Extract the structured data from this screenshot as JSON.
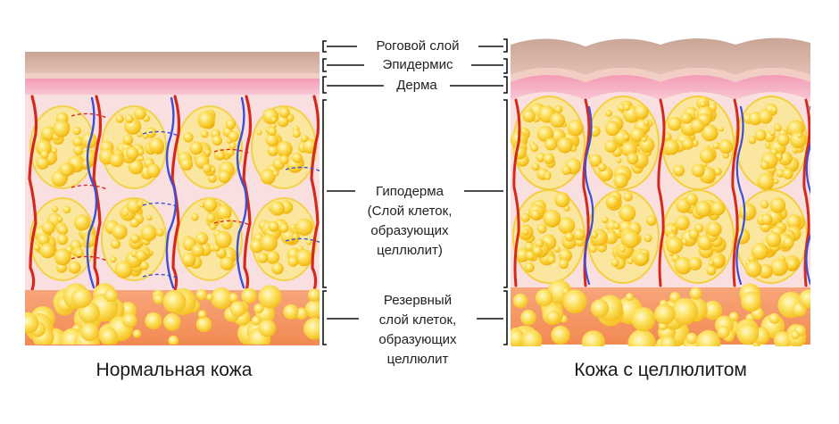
{
  "labels": {
    "stratum_corneum": "Роговой слой",
    "epidermis": "Эпидермис",
    "dermis": "Дерма",
    "hypodermis": "Гиподерма\n(Слой клеток,\nобразующих\nцеллюлит)",
    "reserve": "Резервный\nслой клеток,\nобразующих\nцеллюлит"
  },
  "captions": {
    "normal": "Нормальная кожа",
    "cellulite": "Кожа с целлюлитом"
  },
  "colors": {
    "horny_layer": "#d8b3a6",
    "epidermis": "#efc9c4",
    "dermis": "#f7b9c9",
    "hypodermis_bg": "#f9dede",
    "reserve_bg": "#f6895a",
    "fat": "#f7c520",
    "fat_highlight": "#fff6b0",
    "artery": "#d42a1e",
    "vein": "#3b4fd8"
  }
}
